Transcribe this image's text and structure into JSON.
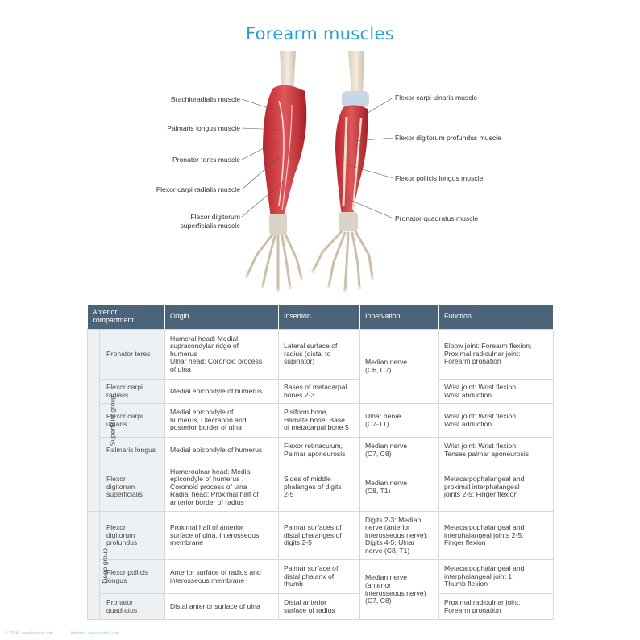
{
  "title": "Forearm muscles",
  "colors": {
    "title": "#2a9fd6",
    "header_bg": "#4b6479",
    "row_group_bg": "#eef1f4"
  },
  "illustration": {
    "left_labels": [
      "Brachioradialis muscle",
      "Palmaris longus muscle",
      "Pronator teres muscle",
      "Flexor carpi radialis muscle",
      "Flexor digitorum",
      "superficialis muscle"
    ],
    "right_labels": [
      "Flexor carpi ulnaris muscle",
      "Flexor digitorum profundus muscle",
      "Flexor pollicis longus muscle",
      "Pronator quadratus muscle"
    ]
  },
  "table": {
    "headers": {
      "compartment_line1": "Anterior",
      "compartment_line2": "compartment",
      "origin": "Origin",
      "insertion": "Insertion",
      "innervation": "Innervation",
      "function": "Function"
    },
    "groups": {
      "superficial": "Superficial group",
      "deep": "Deep group"
    },
    "rows": [
      {
        "muscle": "Pronator teres",
        "origin": [
          "Humeral head: Medial",
          "supracondylar ridge of",
          "humerus",
          "Ulnar head: Coronoid process",
          "of ulna"
        ],
        "insertion": [
          "Lateral surface of",
          "radius (distal to",
          "supinator)"
        ],
        "innervation": [
          "Median nerve",
          "(C6, C7)"
        ],
        "function": [
          "Elbow joint: Forearm flexion;",
          "Proximal radioulnar joint:",
          "Forearm pronation"
        ]
      },
      {
        "muscle": [
          "Flexor carpi",
          "radialis"
        ],
        "origin": [
          "Medial epicondyle of humerus"
        ],
        "insertion": [
          "Bases of metacarpal",
          "bones 2-3"
        ],
        "function": [
          "Wrist joint: Wrist flexion,",
          "Wrist abduction"
        ]
      },
      {
        "muscle": [
          "Flexor carpi",
          "ulnaris"
        ],
        "origin": [
          "Medial epicondyle of",
          "humerus, Olecranon and",
          "posterior border of ulna"
        ],
        "insertion": [
          "Pisiform bone,",
          "Hamate bone, Base",
          "of metacarpal bone 5"
        ],
        "innervation": [
          "Ulnar nerve",
          "(C7-T1)"
        ],
        "function": [
          "Wrist joint: Wrist flexion,",
          "Wrist adduction"
        ]
      },
      {
        "muscle": "Palmaris longus",
        "origin": [
          "Medial epicondyle of humerus"
        ],
        "insertion": [
          "Flexor retinaculum,",
          "Palmar aponeurosis"
        ],
        "innervation": [
          "Median nerve",
          "(C7, C8)"
        ],
        "function": [
          "Wrist joint: Wrist flexion;",
          "Tenses palmar aponeurosis"
        ]
      },
      {
        "muscle": [
          "Flexor",
          "digitorum",
          "superficialis"
        ],
        "origin": [
          "Humeroulnar head: Medial",
          "epicondyle of humerus ,",
          "Coronoid process of ulna",
          "Radial head: Proximal half of",
          "anterior border of radius"
        ],
        "insertion": [
          "Sides of middle",
          "phalanges of digits",
          "2-5"
        ],
        "innervation": [
          "Median nerve",
          "(C8, T1)"
        ],
        "function": [
          "Metacarpophalangeal and",
          "proximal interphalangeal",
          "joints 2-5: Finger flexion"
        ]
      },
      {
        "muscle": [
          "Flexor",
          "digitorum",
          "profundus"
        ],
        "origin": [
          "Proximal half of anterior",
          "surface of ulna, Interosseous",
          "membrane"
        ],
        "insertion": [
          "Palmar  surfaces  of",
          "distal  phalanges  of",
          "digits 2-5"
        ],
        "innervation": [
          "Digits 2-3: Median",
          "nerve (anterior",
          "interosseous nerve);",
          "Digits 4-5: Ulnar",
          "nerve (C8, T1)"
        ],
        "function": [
          "Metacarpophalangeal and",
          "interphalangeal joints 2-5:",
          "Finger flexion"
        ]
      },
      {
        "muscle": [
          "Flexor pollicis",
          "longus"
        ],
        "origin": [
          "Anterior surface of radius and",
          "interosseous membrane"
        ],
        "insertion": [
          "Palmar surface of",
          "distal phalanx of",
          "thumb"
        ],
        "innervation": [
          "Median nerve",
          "(anterior",
          "interosseous nerve)",
          "(C7, C8)"
        ],
        "function": [
          "Metacarpophalangeal and",
          "interphalangeal joint 1:",
          "Thumb flexion"
        ]
      },
      {
        "muscle": [
          "Pronator",
          "quadratus"
        ],
        "origin": [
          "Distal anterior surface of ulna"
        ],
        "insertion": [
          "Distal anterior",
          "surface of radius"
        ],
        "function": [
          "Proximal radioulnar joint:",
          "Forearm pronation"
        ]
      }
    ]
  },
  "footer": {
    "left": "© 2024 · www.kenhub.com",
    "right": "kenhub · www.kenhub.com"
  }
}
